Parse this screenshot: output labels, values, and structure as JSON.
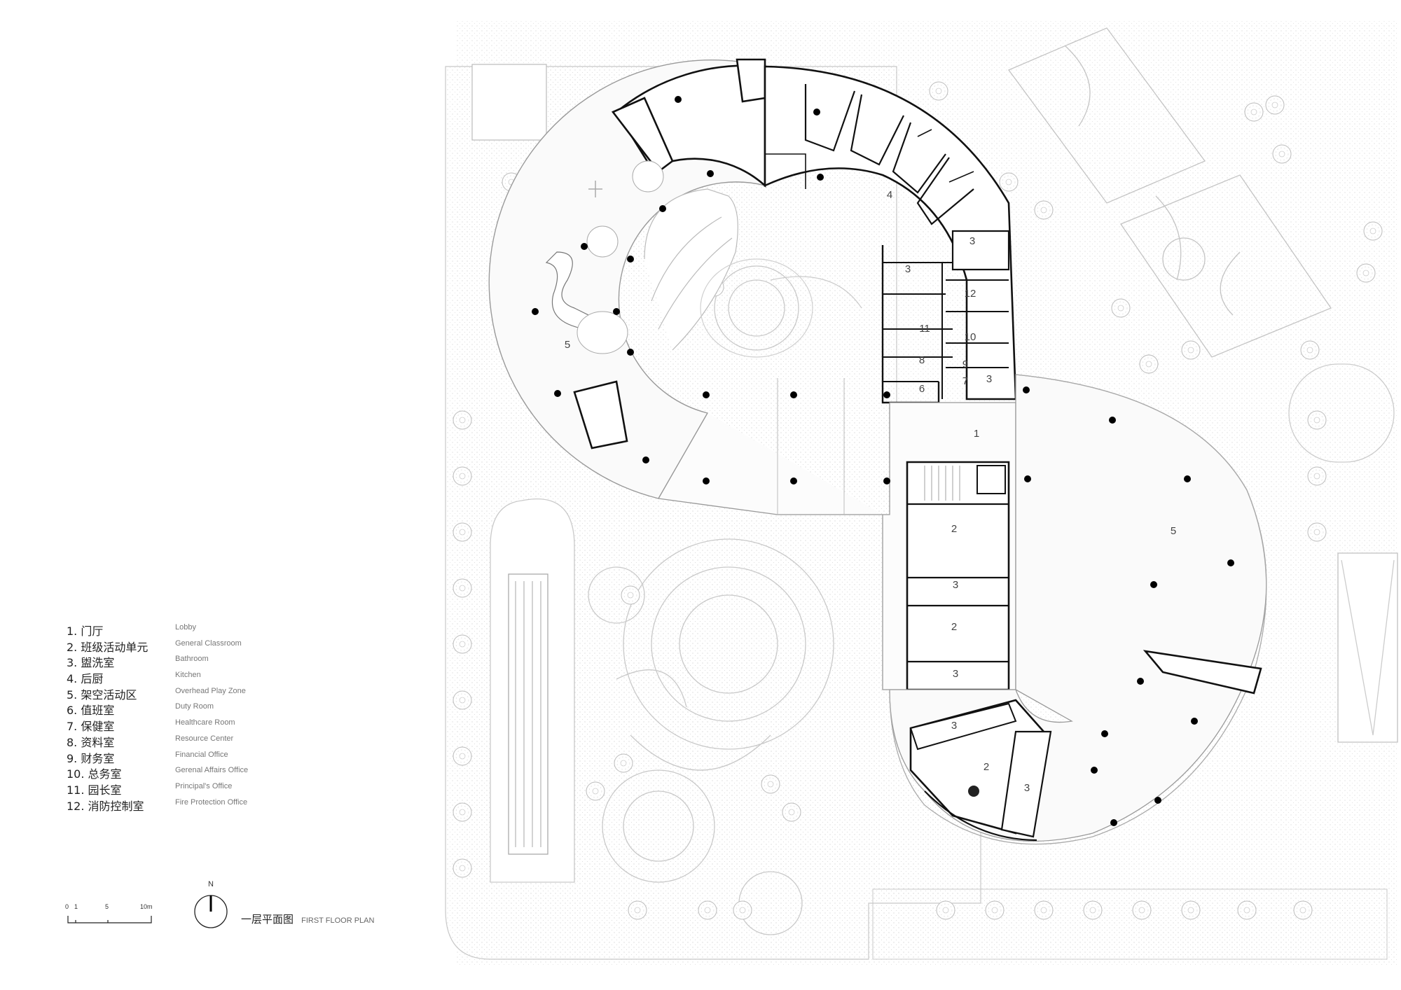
{
  "legend": {
    "items": [
      {
        "zh": "1. 门厅",
        "en": "Lobby"
      },
      {
        "zh": "2. 班级活动单元",
        "en": "General Classroom"
      },
      {
        "zh": "3. 盥洗室",
        "en": "Bathroom"
      },
      {
        "zh": "4. 后厨",
        "en": "Kitchen"
      },
      {
        "zh": "5. 架空活动区",
        "en": "Overhead Play Zone"
      },
      {
        "zh": "6. 值班室",
        "en": "Duty Room"
      },
      {
        "zh": "7. 保健室",
        "en": "Healthcare Room"
      },
      {
        "zh": "8. 资料室",
        "en": "Resource Center"
      },
      {
        "zh": "9. 财务室",
        "en": "Financial Office"
      },
      {
        "zh": "10. 总务室",
        "en": "Gerenal Affairs Office"
      },
      {
        "zh": "11. 园长室",
        "en": "Principal's Office"
      },
      {
        "zh": "12. 消防控制室",
        "en": "Fire Protection Office"
      }
    ]
  },
  "scale": {
    "ticks": [
      "0",
      "1",
      "5",
      "10m"
    ]
  },
  "north": {
    "label": "N"
  },
  "plan_title": {
    "zh": "一层平面图",
    "en": "FIRST FLOOR PLAN"
  },
  "room_numbers": {
    "lobby": "1",
    "classroom_a": "2",
    "classroom_b": "2",
    "classroom_c": "2",
    "bath_a": "3",
    "bath_b": "3",
    "bath_c": "3",
    "bath_d": "3",
    "bath_e": "3",
    "bath_f": "3",
    "bath_g": "3",
    "kitchen": "4",
    "play_west": "5",
    "play_east": "5",
    "duty": "6",
    "health": "7",
    "resource": "8",
    "finance": "9",
    "affairs": "10",
    "principal": "11",
    "fire": "12"
  },
  "colors": {
    "wall": "#111111",
    "line": "#bbbbbb",
    "fill": "#f7f7f7",
    "column": "#000000"
  }
}
